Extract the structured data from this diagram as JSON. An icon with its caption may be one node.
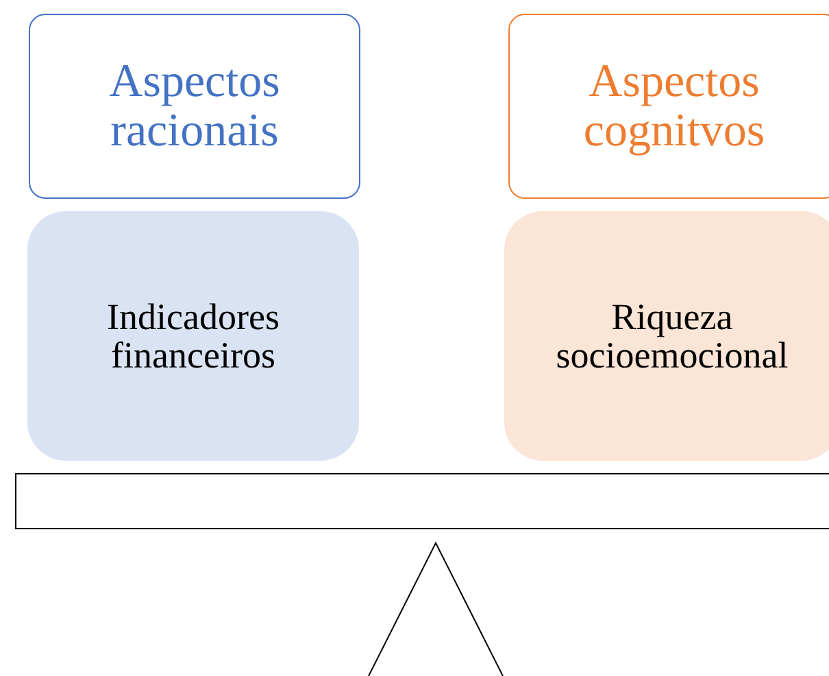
{
  "diagram": {
    "nodes": [
      {
        "text": [
          "Aspectos racionais"
        ]
      },
      {
        "text": [
          "Aspectos cognitvos"
        ]
      },
      {
        "text": [
          "Indicadores financeiros"
        ]
      },
      {
        "text": [
          "Riqueza socioemocional"
        ]
      },
      {
        "text": [],
        "shape": "bar"
      },
      {
        "text": [],
        "shape": "triangle"
      }
    ],
    "edges": []
  }
}
